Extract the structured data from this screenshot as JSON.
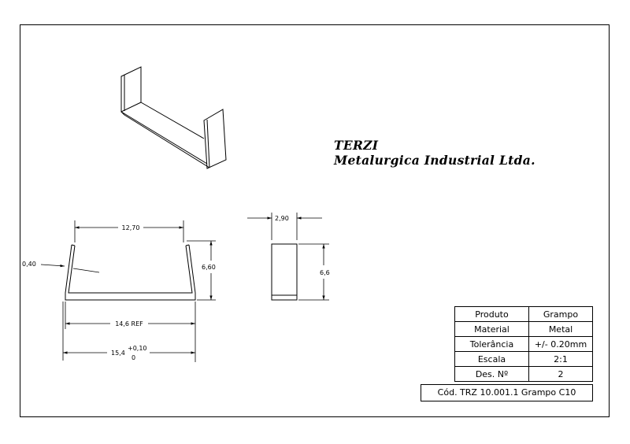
{
  "company": {
    "name": "TERZI",
    "subtitle": "Metalurgica Industrial Ltda."
  },
  "dimensions": {
    "top_width": "12,70",
    "thickness": "0,40",
    "height": "6,60",
    "ref_width": "14,6 REF",
    "overall_width": "15,4",
    "tol_upper": "+0,10",
    "tol_lower": "0",
    "side_width": "2,90",
    "side_height": "6,6"
  },
  "title_block": {
    "rows": [
      {
        "label": "Produto",
        "value": "Grampo"
      },
      {
        "label": "Material",
        "value": "Metal"
      },
      {
        "label": "Tolerância",
        "value": "+/- 0.20mm"
      },
      {
        "label": "Escala",
        "value": "2:1"
      },
      {
        "label": "Des. Nº",
        "value": "2"
      }
    ],
    "code": "Cód. TRZ 10.001.1 Grampo C10"
  }
}
